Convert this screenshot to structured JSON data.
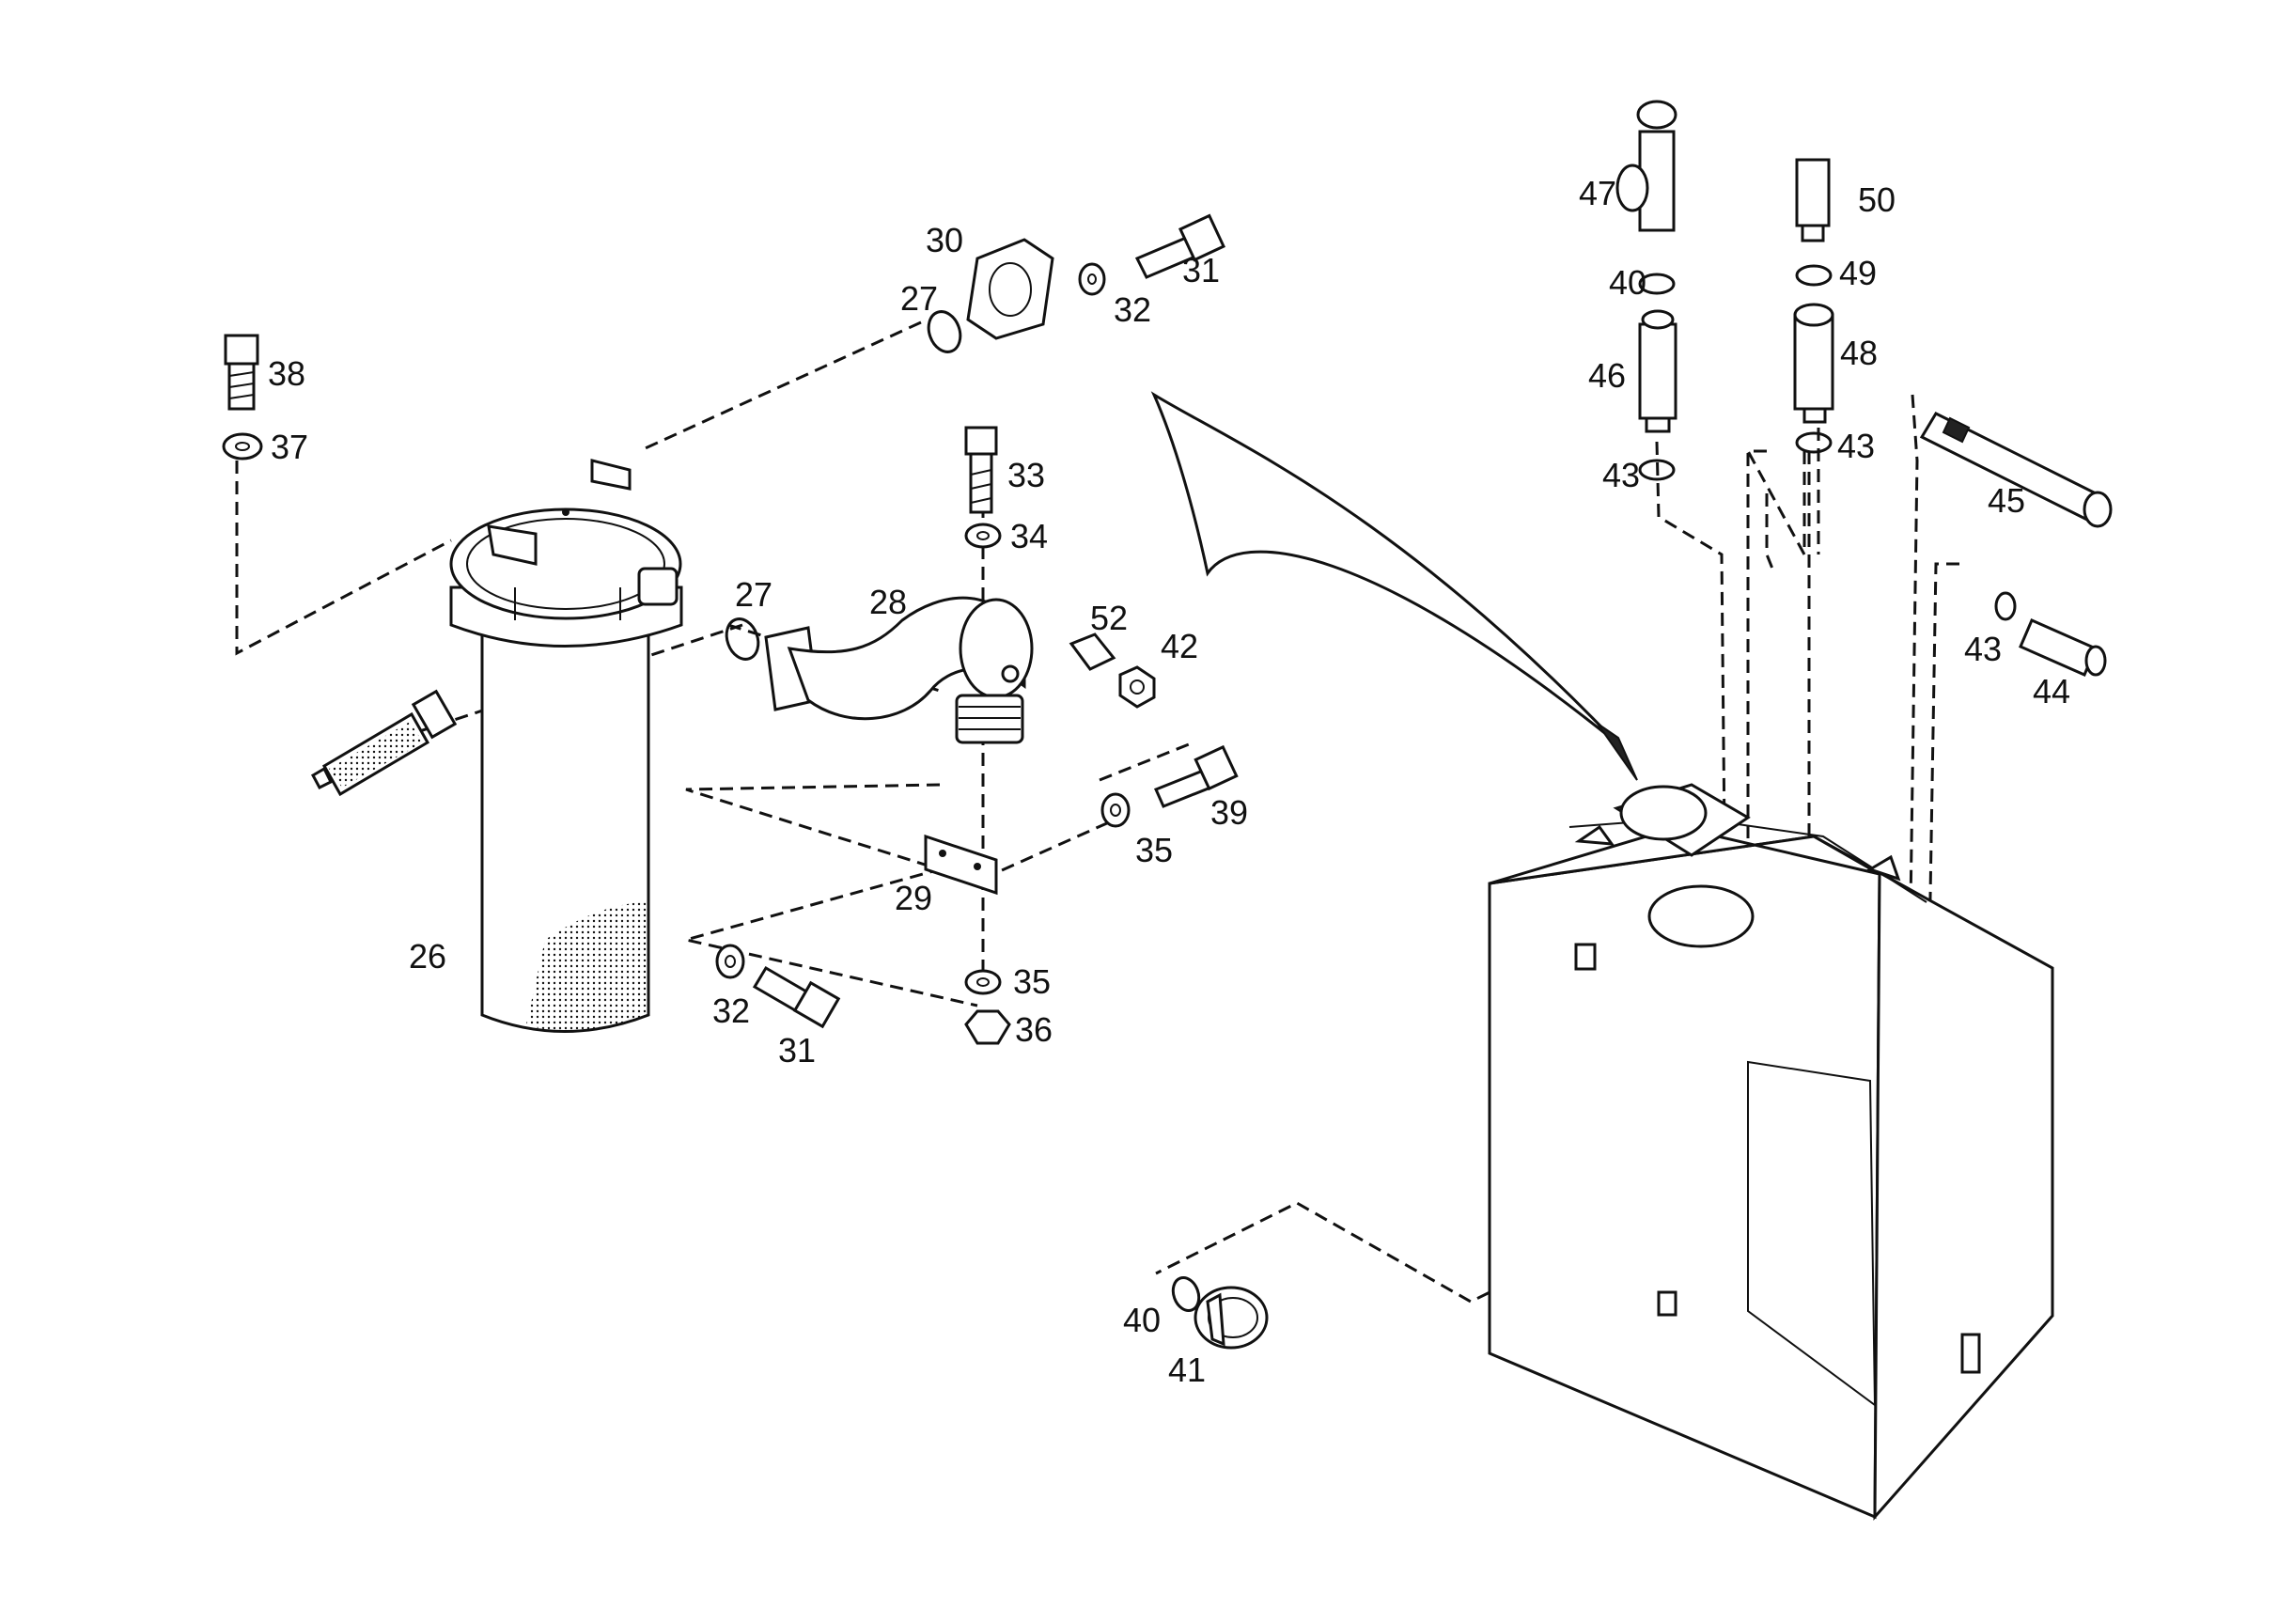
{
  "labels": {
    "p26": "26",
    "p27a": "27",
    "p27b": "27",
    "p28": "28",
    "p29": "29",
    "p30": "30",
    "p31a": "31",
    "p31b": "31",
    "p32a": "32",
    "p32b": "32",
    "p33": "33",
    "p34": "34",
    "p35a": "35",
    "p35b": "35",
    "p36": "36",
    "p37": "37",
    "p38": "38",
    "p39": "39",
    "p40a": "40",
    "p40b": "40",
    "p41": "41",
    "p42": "42",
    "p43a": "43",
    "p43b": "43",
    "p43c": "43",
    "p44": "44",
    "p45": "45",
    "p46": "46",
    "p47": "47",
    "p48": "48",
    "p49": "49",
    "p50": "50",
    "p52": "52"
  },
  "colors": {
    "ink": "#111111",
    "paper": "#ffffff"
  },
  "icons": [
    "filter-housing",
    "elbow-pipe",
    "hydraulic-tank",
    "bolt",
    "washer",
    "o-ring",
    "nut",
    "bracket",
    "flange",
    "plug",
    "sensor"
  ]
}
